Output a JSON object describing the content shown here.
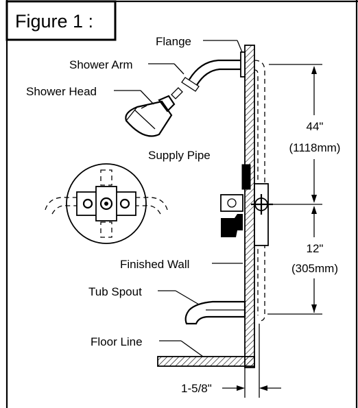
{
  "figure": {
    "title": "Figure 1 :"
  },
  "labels": {
    "flange": "Flange",
    "shower_arm": "Shower Arm",
    "shower_head": "Shower Head",
    "supply_pipe": "Supply Pipe",
    "finished_wall": "Finished Wall",
    "tub_spout": "Tub Spout",
    "floor_line": "Floor Line"
  },
  "dimensions": {
    "upper_value": "44\"",
    "upper_metric": "(1118mm)",
    "lower_value": "12\"",
    "lower_metric": "(305mm)",
    "wall_offset": "1-5/8\""
  }
}
